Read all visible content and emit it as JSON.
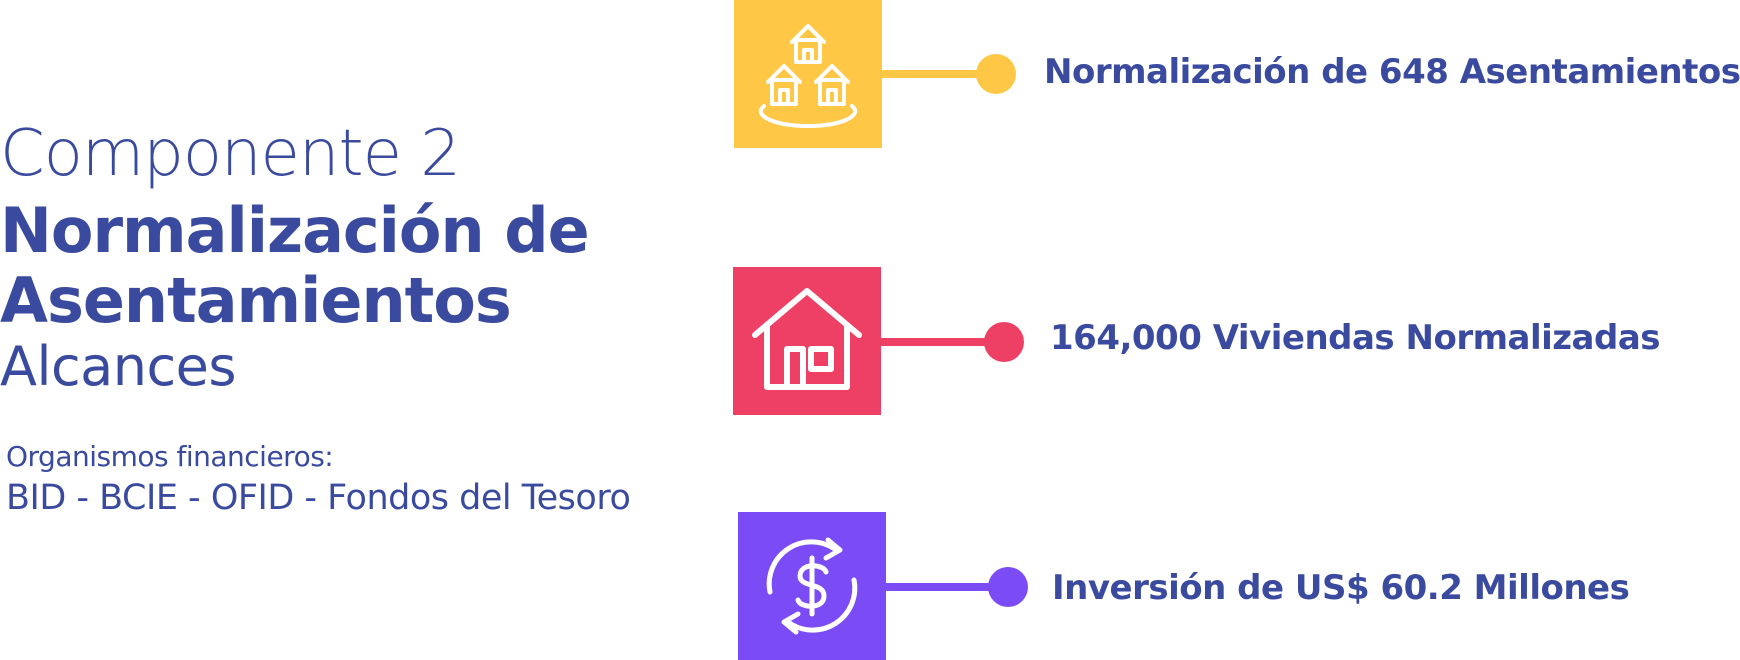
{
  "heading": {
    "component": "Componente 2",
    "title_line1": "Normalización de",
    "title_line2": "Asentamientos",
    "scope": "Alcances"
  },
  "funders": {
    "label": "Organismos financieros:",
    "value": "BID - BCIE - OFID - Fondos del Tesoro"
  },
  "items": [
    {
      "text": "Normalización de 648 Asentamientos",
      "icon": "settlement-houses-icon",
      "color": "#fec745"
    },
    {
      "text": "164,000 Viviendas Normalizadas",
      "icon": "house-icon",
      "color": "#ee4064"
    },
    {
      "text": "Inversión de US$ 60.2 Millones",
      "icon": "dollar-exchange-icon",
      "color": "#7b4cf5"
    }
  ],
  "colors": {
    "text": "#3a4a9e",
    "yellow": "#fec745",
    "red": "#ee4064",
    "purple": "#7b4cf5"
  }
}
